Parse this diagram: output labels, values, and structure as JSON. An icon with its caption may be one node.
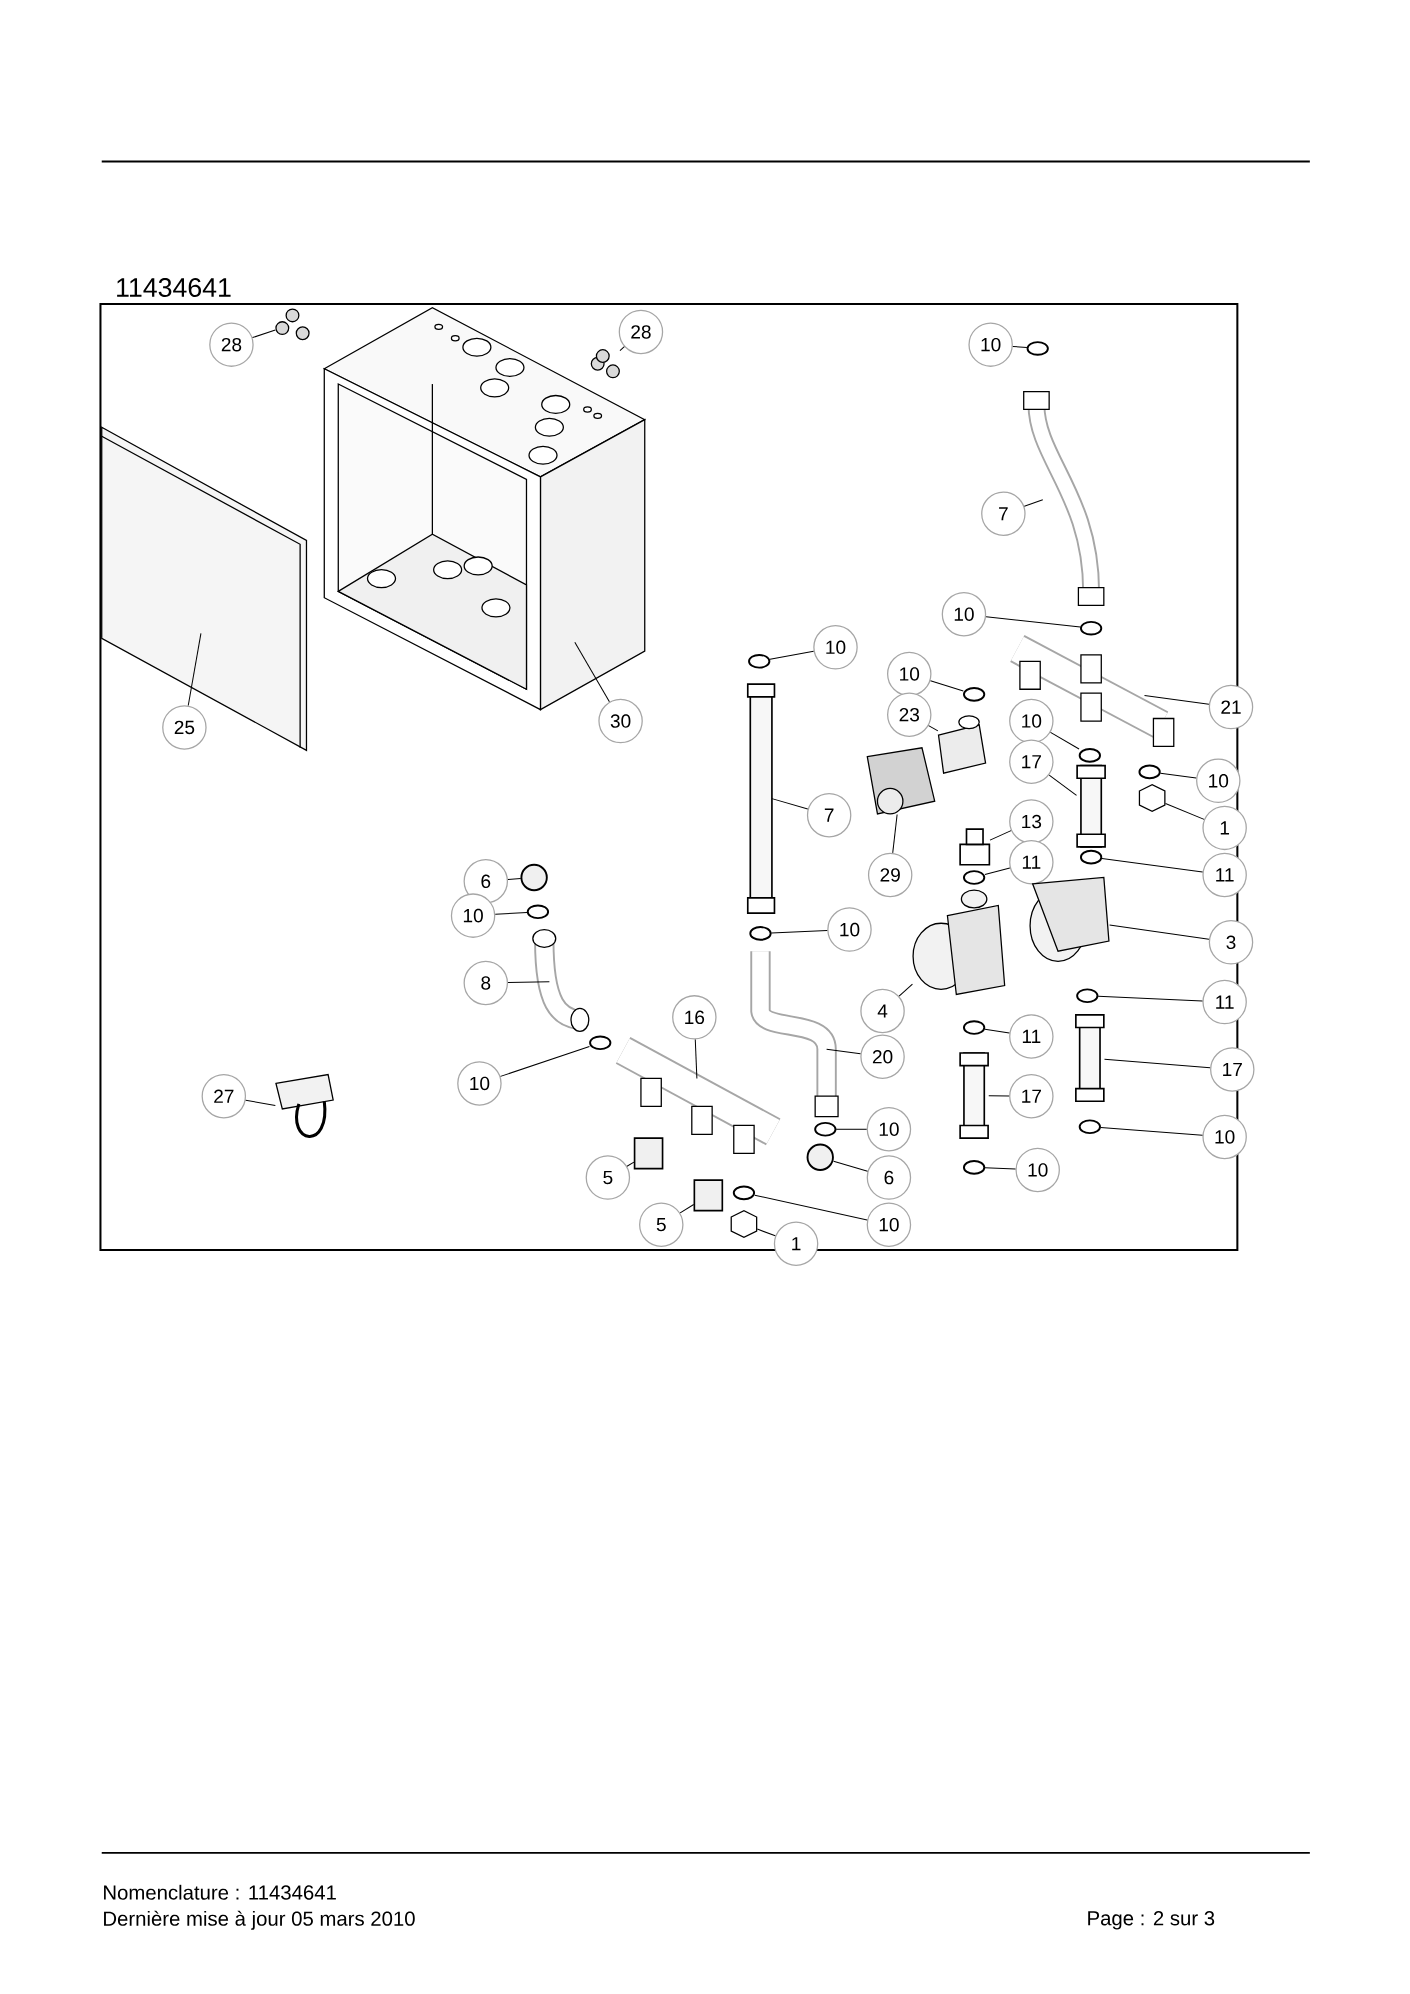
{
  "diagram": {
    "title": "11434641",
    "nodes": [
      {
        "text": [
          "28"
        ]
      },
      {
        "text": [
          "28"
        ]
      },
      {
        "text": [
          "10"
        ]
      },
      {
        "text": [
          "7"
        ]
      },
      {
        "text": [
          "10"
        ]
      },
      {
        "text": [
          "10"
        ]
      },
      {
        "text": [
          "10"
        ]
      },
      {
        "text": [
          "21"
        ]
      },
      {
        "text": [
          "23"
        ]
      },
      {
        "text": [
          "10"
        ]
      },
      {
        "text": [
          "30"
        ]
      },
      {
        "text": [
          "25"
        ]
      },
      {
        "text": [
          "17"
        ]
      },
      {
        "text": [
          "10"
        ]
      },
      {
        "text": [
          "7"
        ]
      },
      {
        "text": [
          "13"
        ]
      },
      {
        "text": [
          "1"
        ]
      },
      {
        "text": [
          "11"
        ]
      },
      {
        "text": [
          "29"
        ]
      },
      {
        "text": [
          "11"
        ]
      },
      {
        "text": [
          "6"
        ]
      },
      {
        "text": [
          "10"
        ]
      },
      {
        "text": [
          "10"
        ]
      },
      {
        "text": [
          "3"
        ]
      },
      {
        "text": [
          "8"
        ]
      },
      {
        "text": [
          "11"
        ]
      },
      {
        "text": [
          "4"
        ]
      },
      {
        "text": [
          "16"
        ]
      },
      {
        "text": [
          "11"
        ]
      },
      {
        "text": [
          "20"
        ]
      },
      {
        "text": [
          "17"
        ]
      },
      {
        "text": [
          "10"
        ]
      },
      {
        "text": [
          "27"
        ]
      },
      {
        "text": [
          "17"
        ]
      },
      {
        "text": [
          "10"
        ]
      },
      {
        "text": [
          "10"
        ]
      },
      {
        "text": [
          "10"
        ]
      },
      {
        "text": [
          "5"
        ]
      },
      {
        "text": [
          "6"
        ]
      },
      {
        "text": [
          "5"
        ]
      },
      {
        "text": [
          "10"
        ]
      },
      {
        "text": [
          "1"
        ]
      },
      {
        "text": [],
        "shape": "picture"
      },
      {
        "text": [],
        "shape": "picture"
      },
      {
        "text": [],
        "shape": "circle"
      },
      {
        "text": [],
        "shape": "picture"
      },
      {
        "text": [],
        "shape": "circle"
      },
      {
        "text": [],
        "shape": "circle"
      },
      {
        "text": [],
        "shape": "circle"
      },
      {
        "text": [],
        "shape": "picture"
      },
      {
        "text": [],
        "shape": "picture"
      },
      {
        "text": [],
        "shape": "circle"
      },
      {
        "text": [],
        "shape": "picture"
      },
      {
        "text": [],
        "shape": "picture"
      },
      {
        "text": [],
        "shape": "box"
      },
      {
        "text": [],
        "shape": "circle"
      },
      {
        "text": [],
        "shape": "box"
      },
      {
        "text": [],
        "shape": "box"
      },
      {
        "text": [],
        "shape": "picture"
      },
      {
        "text": [],
        "shape": "circle"
      },
      {
        "text": [],
        "shape": "picture"
      },
      {
        "text": [],
        "shape": "circle"
      },
      {
        "text": [],
        "shape": "circle"
      },
      {
        "text": [],
        "shape": "circle"
      },
      {
        "text": [],
        "shape": "circle"
      },
      {
        "text": [],
        "shape": "picture"
      },
      {
        "text": [],
        "shape": "picture"
      },
      {
        "text": [],
        "shape": "circle"
      },
      {
        "text": [],
        "shape": "picture"
      },
      {
        "text": [],
        "shape": "picture"
      },
      {
        "text": [],
        "shape": "circle"
      },
      {
        "text": [],
        "shape": "picture"
      },
      {
        "text": [],
        "shape": "box"
      },
      {
        "text": [],
        "shape": "circle"
      },
      {
        "text": [],
        "shape": "picture"
      },
      {
        "text": [],
        "shape": "box"
      },
      {
        "text": [],
        "shape": "circle"
      },
      {
        "text": [],
        "shape": "circle"
      },
      {
        "text": [],
        "shape": "circle"
      },
      {
        "text": [],
        "shape": "box"
      },
      {
        "text": [],
        "shape": "circle"
      },
      {
        "text": [],
        "shape": "box"
      },
      {
        "text": [],
        "shape": "circle"
      },
      {
        "text": [],
        "shape": "picture"
      }
    ],
    "edges": [
      {
        "from": 0,
        "to": 42,
        "arrow": "none"
      },
      {
        "from": 1,
        "to": 43,
        "arrow": "none"
      },
      {
        "from": 2,
        "to": 44,
        "arrow": "none"
      },
      {
        "from": 3,
        "to": 45,
        "arrow": "none"
      },
      {
        "from": 4,
        "to": 46,
        "arrow": "none"
      },
      {
        "from": 5,
        "to": 47,
        "arrow": "none"
      },
      {
        "from": 6,
        "to": 48,
        "arrow": "none"
      },
      {
        "from": 7,
        "to": 49,
        "arrow": "none"
      },
      {
        "from": 8,
        "to": 50,
        "arrow": "none"
      },
      {
        "from": 9,
        "to": 51,
        "arrow": "none"
      },
      {
        "from": 10,
        "to": 52,
        "arrow": "none"
      },
      {
        "from": 11,
        "to": 53,
        "arrow": "none"
      },
      {
        "from": 12,
        "to": 54,
        "arrow": "none"
      },
      {
        "from": 13,
        "to": 55,
        "arrow": "none"
      },
      {
        "from": 14,
        "to": 56,
        "arrow": "none"
      },
      {
        "from": 15,
        "to": 57,
        "arrow": "none"
      },
      {
        "from": 16,
        "to": 58,
        "arrow": "none"
      },
      {
        "from": 17,
        "to": 59,
        "arrow": "none"
      },
      {
        "from": 18,
        "to": 60,
        "arrow": "none"
      },
      {
        "from": 19,
        "to": 61,
        "arrow": "none"
      },
      {
        "from": 20,
        "to": 62,
        "arrow": "none"
      },
      {
        "from": 21,
        "to": 63,
        "arrow": "none"
      },
      {
        "from": 22,
        "to": 64,
        "arrow": "none"
      },
      {
        "from": 23,
        "to": 65,
        "arrow": "none"
      },
      {
        "from": 24,
        "to": 66,
        "arrow": "none"
      },
      {
        "from": 25,
        "to": 67,
        "arrow": "none"
      },
      {
        "from": 26,
        "to": 68,
        "arrow": "none"
      },
      {
        "from": 27,
        "to": 69,
        "arrow": "none"
      },
      {
        "from": 28,
        "to": 70,
        "arrow": "none"
      },
      {
        "from": 29,
        "to": 71,
        "arrow": "none"
      },
      {
        "from": 30,
        "to": 72,
        "arrow": "none"
      },
      {
        "from": 31,
        "to": 73,
        "arrow": "none"
      },
      {
        "from": 32,
        "to": 74,
        "arrow": "none"
      },
      {
        "from": 33,
        "to": 75,
        "arrow": "none"
      },
      {
        "from": 34,
        "to": 76,
        "arrow": "none"
      },
      {
        "from": 35,
        "to": 77,
        "arrow": "none"
      },
      {
        "from": 36,
        "to": 78,
        "arrow": "none"
      },
      {
        "from": 37,
        "to": 79,
        "arrow": "none"
      },
      {
        "from": 38,
        "to": 80,
        "arrow": "none"
      },
      {
        "from": 39,
        "to": 81,
        "arrow": "none"
      },
      {
        "from": 40,
        "to": 82,
        "arrow": "none"
      },
      {
        "from": 41,
        "to": 83,
        "arrow": "none"
      }
    ],
    "labels": [
      "Nomenclature : 11434641",
      "Dernière mise à jour 05 mars 2010",
      "Page : 2 sur 3"
    ]
  }
}
